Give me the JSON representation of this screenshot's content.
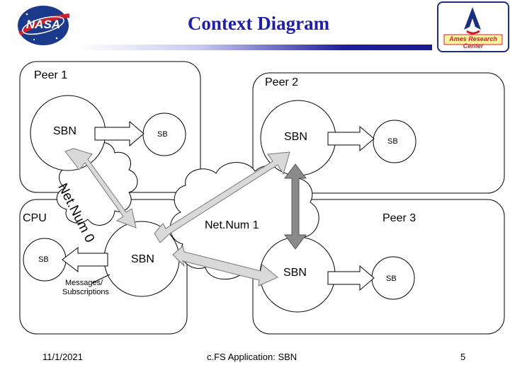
{
  "header": {
    "title": "Context Diagram",
    "left_logo_text": "NASA",
    "right_logo_text": "Ames Research Center"
  },
  "peers": {
    "peer1": {
      "label": "Peer 1",
      "sbn": "SBN",
      "sb": "SB"
    },
    "peer2": {
      "label": "Peer 2",
      "sbn": "SBN",
      "sb": "SB"
    },
    "peer3": {
      "label": "Peer 3",
      "sbn": "SBN",
      "sb": "SB"
    },
    "cpu": {
      "label": "CPU",
      "sbn": "SBN",
      "sb": "SB",
      "note_line1": "Messages/",
      "note_line2": "Subscriptions"
    }
  },
  "networks": {
    "net0": "Net.Num 0",
    "net1": "Net.Num 1"
  },
  "footer": {
    "date": "11/1/2021",
    "center": "c.FS Application: SBN",
    "page": "5"
  },
  "colors": {
    "title": "#1f1fa8",
    "arrow_fill": "#d9d9d9",
    "arrow_dark": "#8a8a8a"
  }
}
